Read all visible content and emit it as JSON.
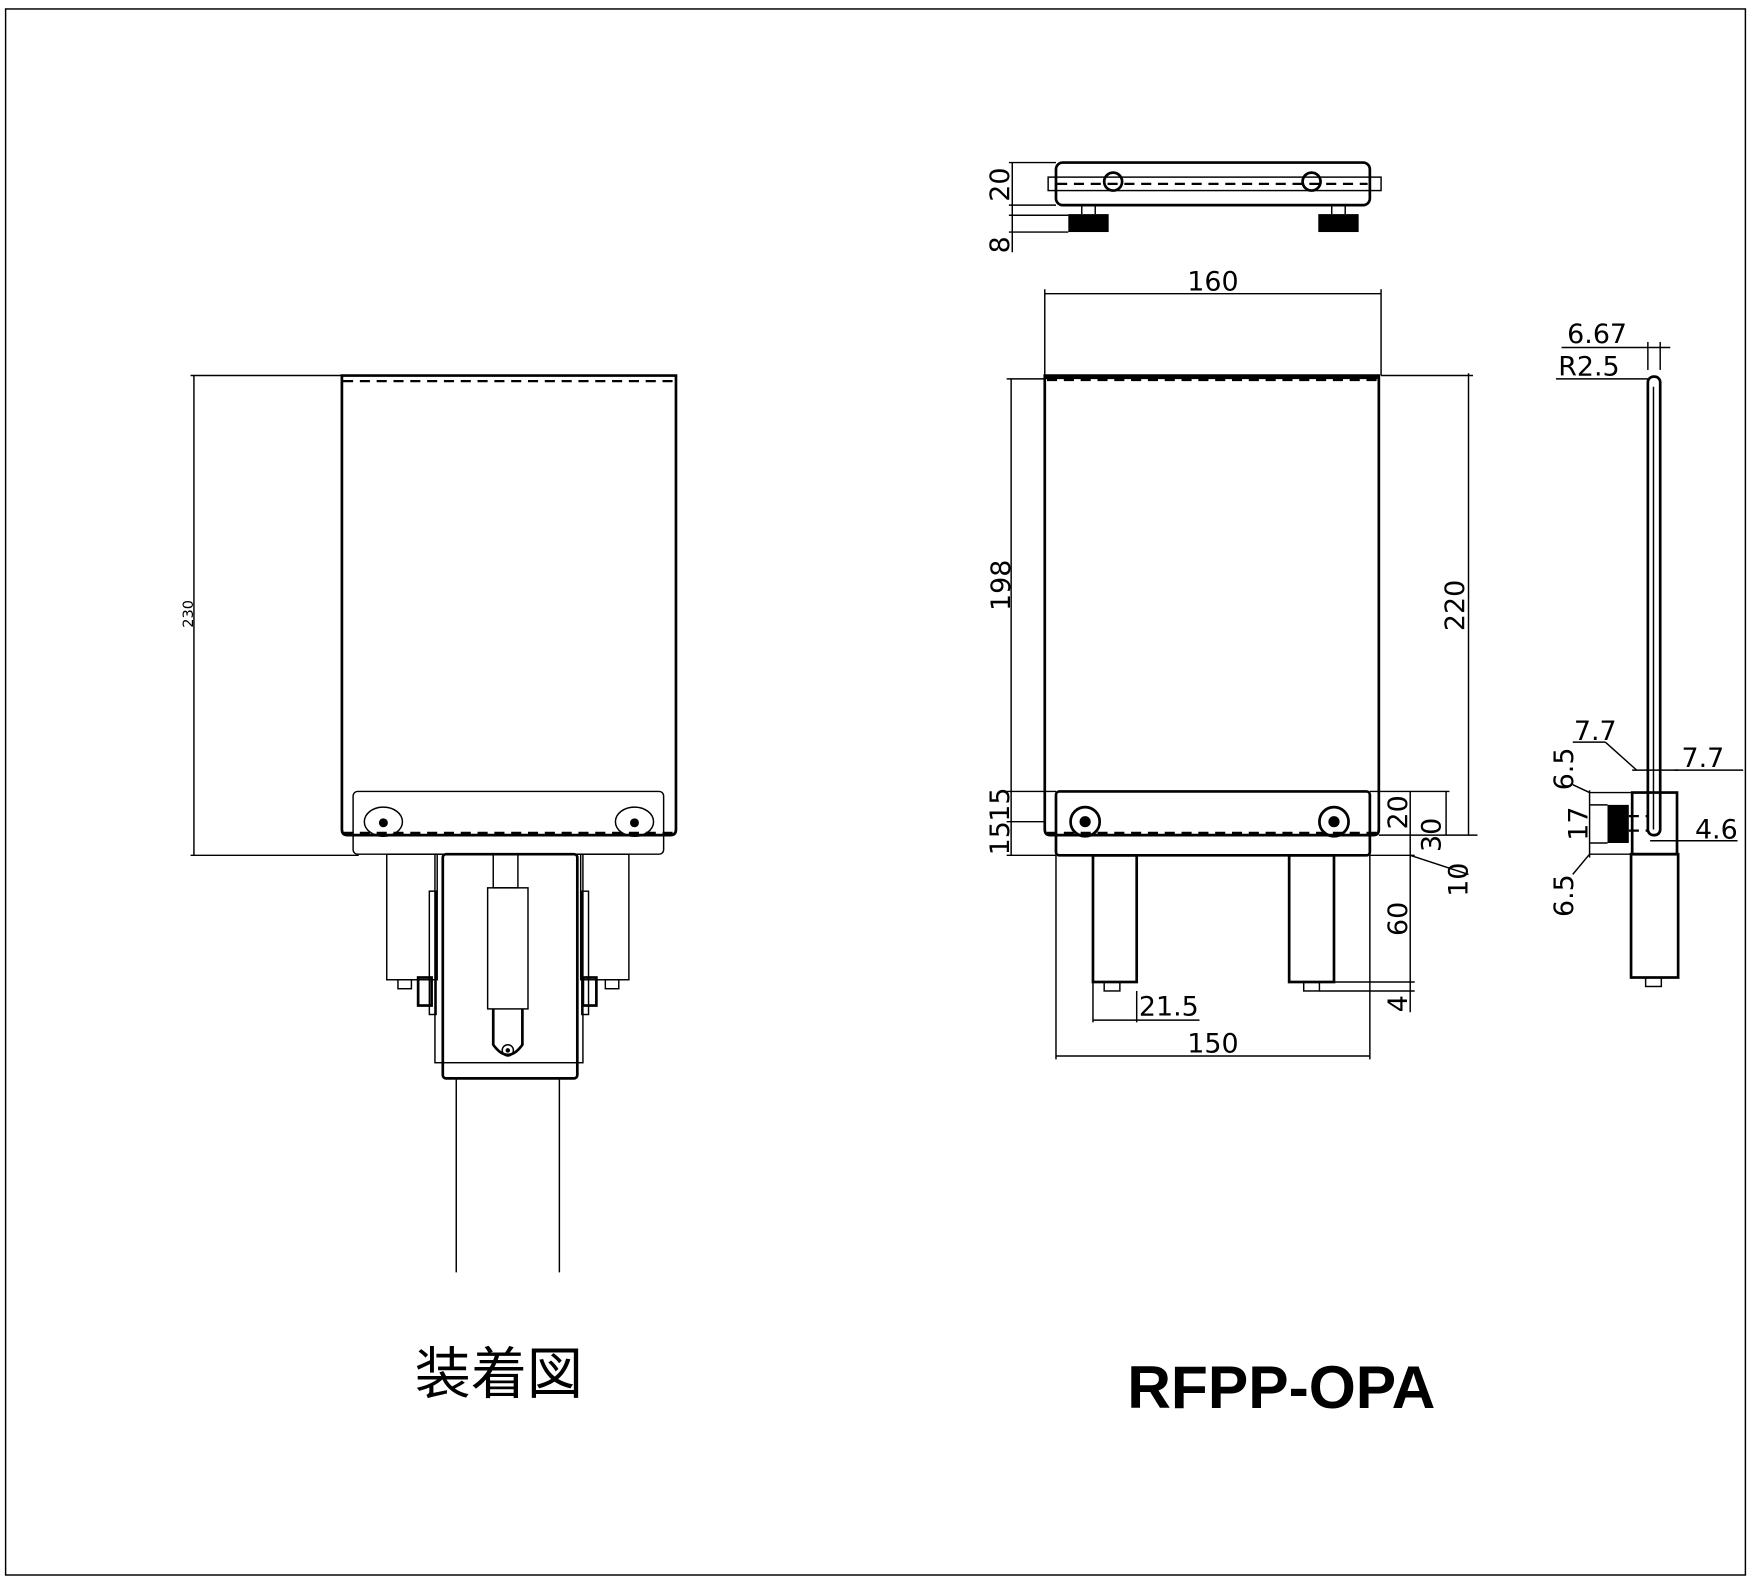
{
  "drawing": {
    "title": "RFPP-OPA",
    "assembly_label": "装着図"
  },
  "assembly_view": {
    "dimensions": {
      "height": "230"
    }
  },
  "top_view": {
    "dimensions": {
      "height": "20",
      "knob": "8"
    }
  },
  "front_view": {
    "dimensions": {
      "width_top": "160",
      "height_left": "198",
      "height_right": "220",
      "bracket_a": "15",
      "bracket_b": "15",
      "bracket_h": "20",
      "bracket_total": "30",
      "offset": "10",
      "post_length": "60",
      "post_nut": "4",
      "post_width": "21.5",
      "width_bottom": "150"
    }
  },
  "side_view": {
    "dimensions": {
      "thickness": "6.67",
      "radius": "R2.5",
      "clip_left": "7.7",
      "clip_right": "7.7",
      "upper": "6.5",
      "knob": "17",
      "lower": "6.5",
      "slot": "4.6"
    }
  }
}
